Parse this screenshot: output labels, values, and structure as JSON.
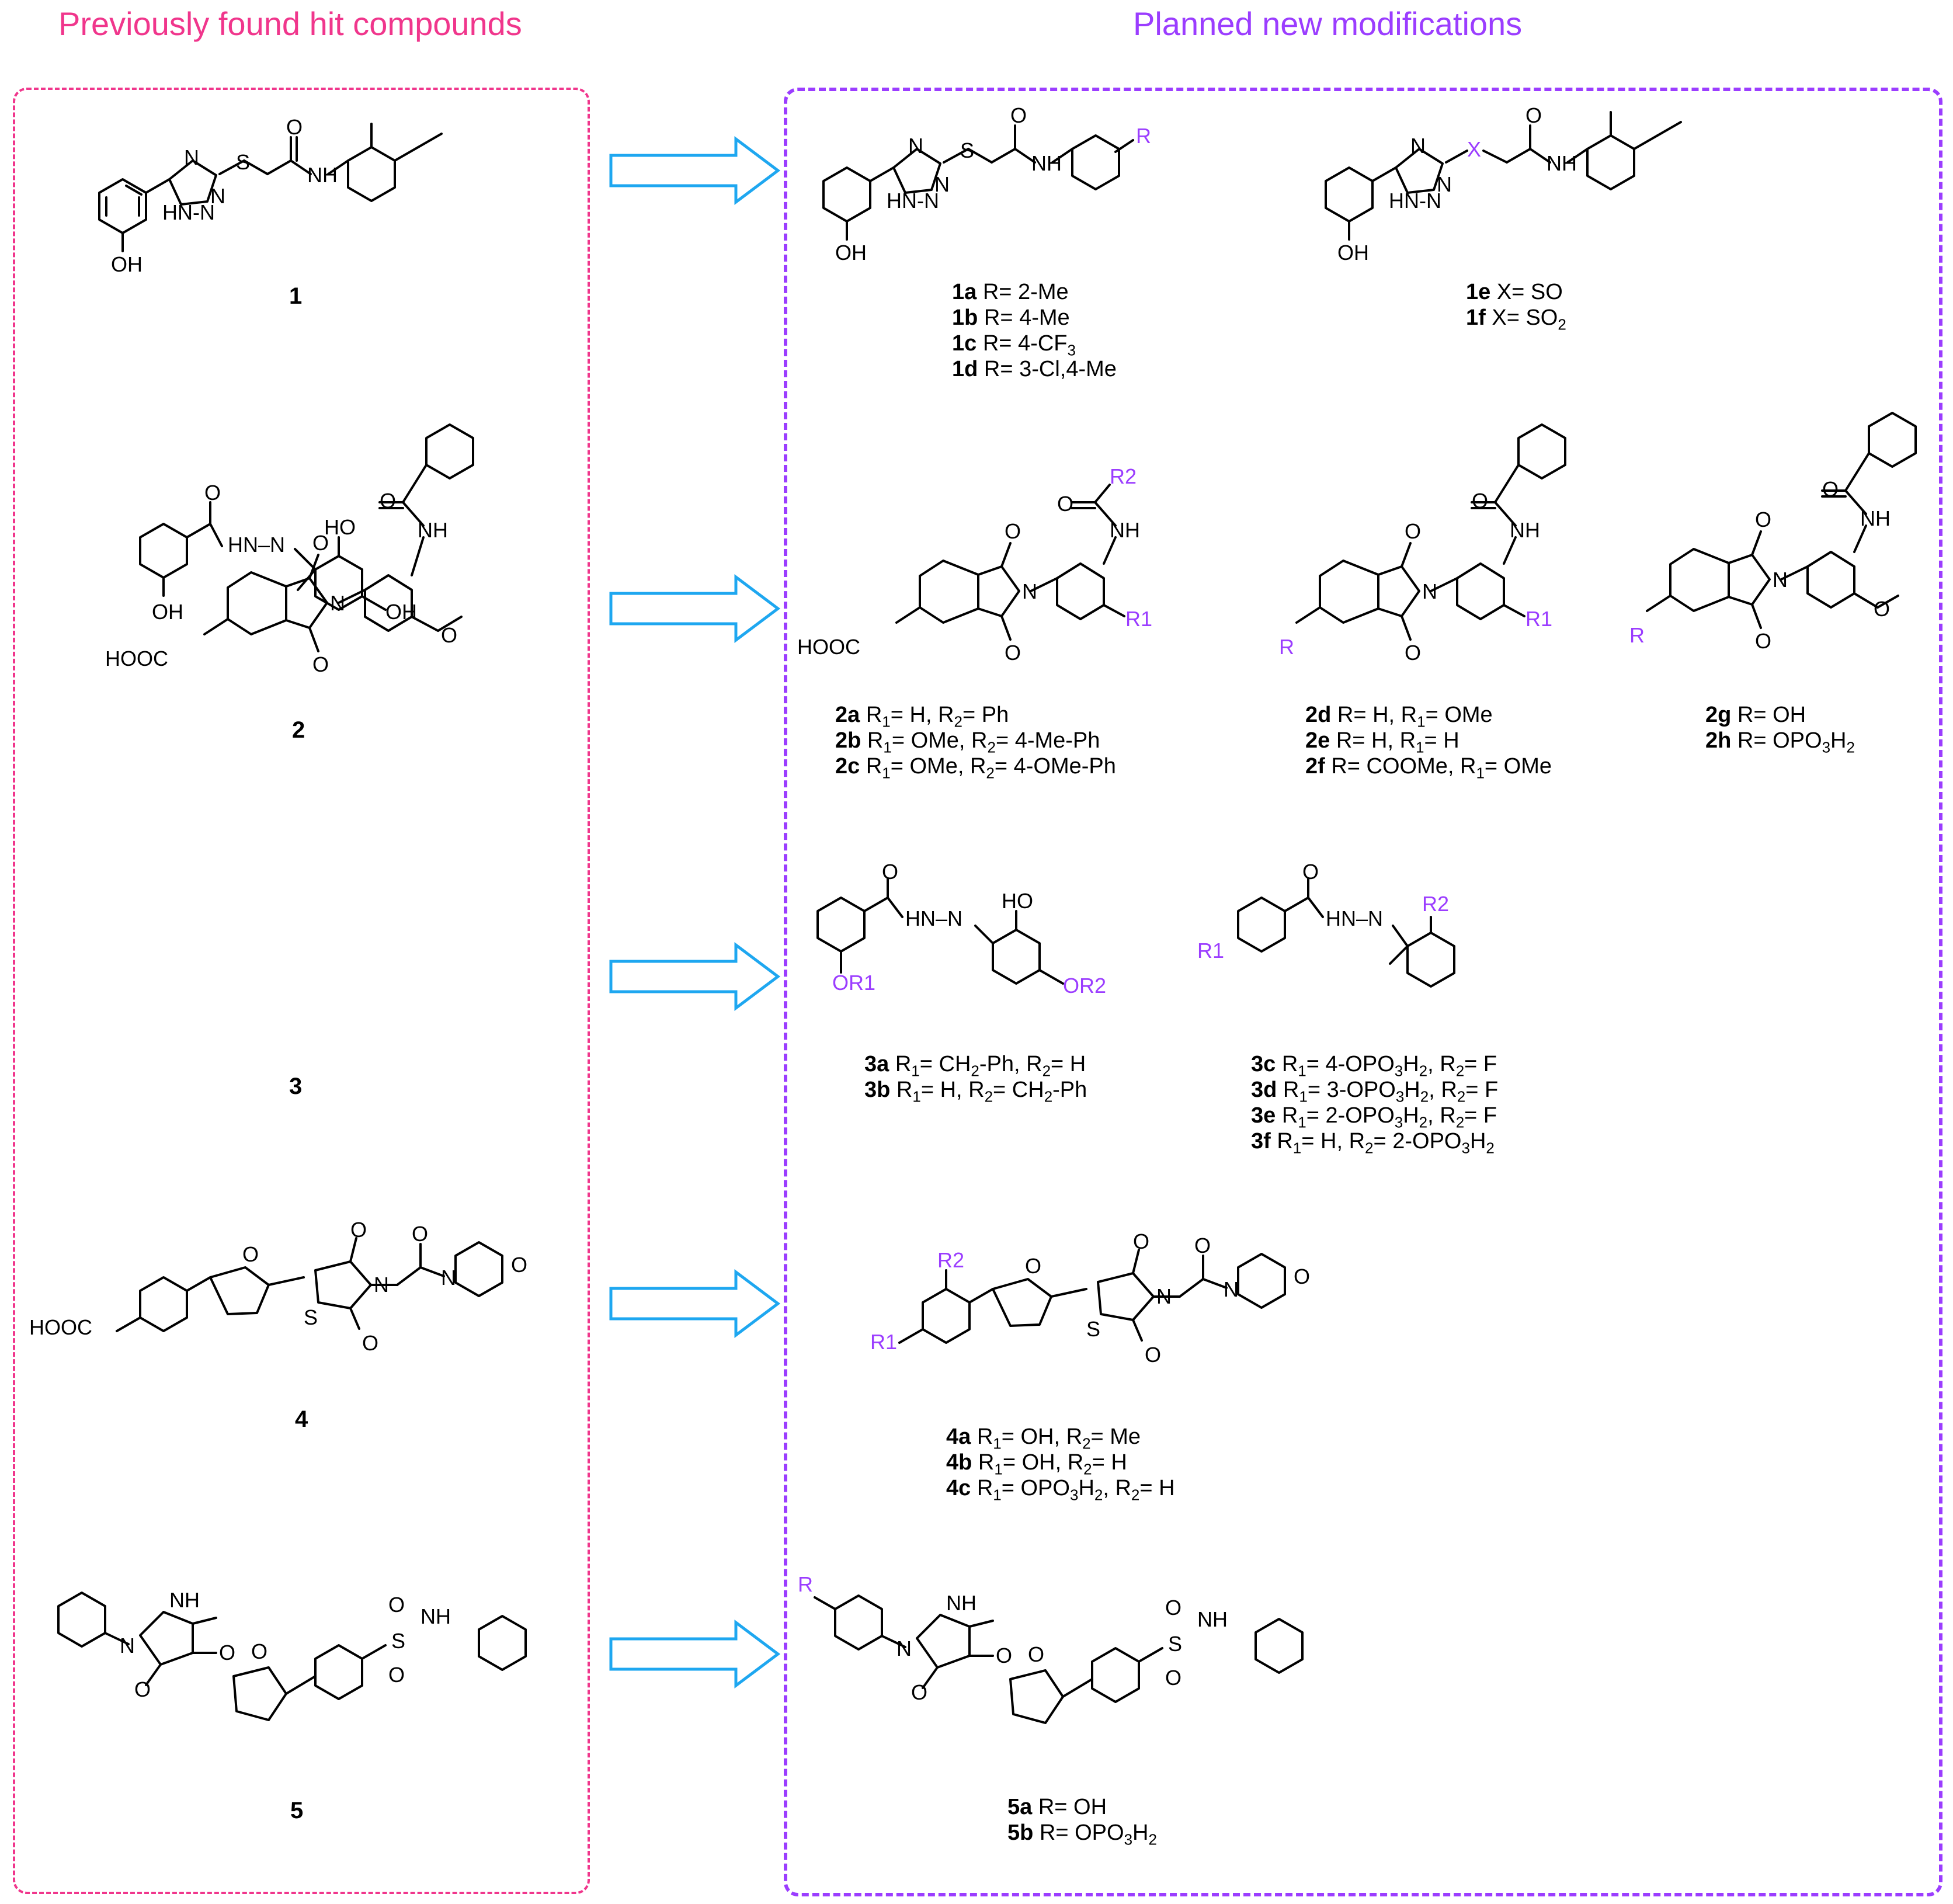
{
  "headers": {
    "left": "Previously found hit compounds",
    "right": "Planned new modifications"
  },
  "colors": {
    "left_header": "#f0368c",
    "left_border": "#f0368c",
    "right_header": "#9b3dff",
    "right_border": "#9b3dff",
    "arrow": "#1ea7f0",
    "variable_group": "#9b3dff"
  },
  "hits": [
    {
      "id": "1"
    },
    {
      "id": "2"
    },
    {
      "id": "3"
    },
    {
      "id": "4"
    },
    {
      "id": "5"
    }
  ],
  "mod_labels": {
    "m1a": {
      "id": "1a",
      "text": " R= 2-Me"
    },
    "m1b": {
      "id": "1b",
      "text": " R= 4-Me"
    },
    "m1c": {
      "id": "1c",
      "text": " R= 4-CF3"
    },
    "m1d": {
      "id": "1d",
      "text": " R= 3-Cl,4-Me"
    },
    "m1e": {
      "id": "1e",
      "text": " X= SO"
    },
    "m1f": {
      "id": "1f",
      "text": " X= SO2"
    },
    "m2a": {
      "id": "2a",
      "text": " R1= H, R2= Ph"
    },
    "m2b": {
      "id": "2b",
      "text": " R1= OMe, R2= 4-Me-Ph"
    },
    "m2c": {
      "id": "2c",
      "text": " R1= OMe, R2= 4-OMe-Ph"
    },
    "m2d": {
      "id": "2d",
      "text": " R= H, R1= OMe"
    },
    "m2e": {
      "id": "2e",
      "text": " R= H, R1= H"
    },
    "m2f": {
      "id": "2f",
      "text": " R= COOMe, R1= OMe"
    },
    "m2g": {
      "id": "2g",
      "text": " R= OH"
    },
    "m2h": {
      "id": "2h",
      "text": " R= OPO3H2"
    },
    "m3a": {
      "id": "3a",
      "text": " R1= CH2-Ph, R2= H"
    },
    "m3b": {
      "id": "3b",
      "text": " R1= H, R2= CH2-Ph"
    },
    "m3c": {
      "id": "3c",
      "text": " R1= 4-OPO3H2, R2= F"
    },
    "m3d": {
      "id": "3d",
      "text": " R1= 3-OPO3H2, R2= F"
    },
    "m3e": {
      "id": "3e",
      "text": " R1= 2-OPO3H2, R2= F"
    },
    "m3f": {
      "id": "3f",
      "text": " R1= H, R2= 2-OPO3H2"
    },
    "m4a": {
      "id": "4a",
      "text": " R1= OH, R2= Me"
    },
    "m4b": {
      "id": "4b",
      "text": " R1= OH, R2= H"
    },
    "m4c": {
      "id": "4c",
      "text": " R1= OPO3H2, R2= H"
    },
    "m5a": {
      "id": "5a",
      "text": " R= OH"
    },
    "m5b": {
      "id": "5b",
      "text": " R= OPO3H2"
    }
  },
  "atoms": {
    "N": "N",
    "S": "S",
    "O": "O",
    "H": "H",
    "NH": "NH",
    "HN": "HN",
    "OH": "OH",
    "HO": "HO",
    "HN_N": "HN-N",
    "HN_N2": "HN–N",
    "COOH": "HOOC",
    "R": "R",
    "R1": "R1",
    "R2": "R2",
    "X": "X",
    "OR1": "OR1",
    "OR2": "OR2"
  }
}
